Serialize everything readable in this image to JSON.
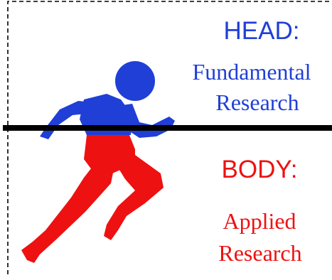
{
  "colors": {
    "head": "#1f3fd6",
    "body": "#ee1111",
    "line": "#000000",
    "border": "#000000"
  },
  "head_section": {
    "title": "HEAD:",
    "subtitle_line1": "Fundamental",
    "subtitle_line2": "Research"
  },
  "body_section": {
    "title": "BODY:",
    "subtitle_line1": "Applied",
    "subtitle_line2": "Research"
  },
  "figure": {
    "icon": "running-person-icon"
  }
}
